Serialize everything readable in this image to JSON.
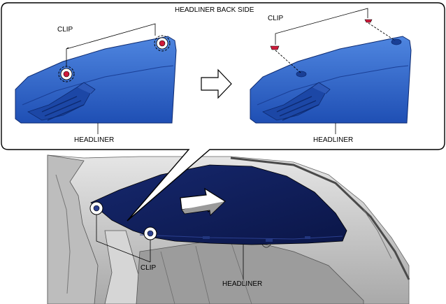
{
  "callout": {
    "title": "HEADLINER BACK SIDE",
    "left_panel": {
      "clip_label": "CLIP",
      "headliner_label": "HEADLINER"
    },
    "right_panel": {
      "clip_label": "CLIP",
      "headliner_label": "HEADLINER"
    },
    "arrow_icon": "arrow-right-outline-icon"
  },
  "vehicle_view": {
    "clip_label": "CLIP",
    "headliner_label": "HEADLINER",
    "arrow_icon": "arrow-direction-icon"
  },
  "colors": {
    "headliner_blue": "#2f66c8",
    "headliner_dark_blue": "#0f1f5c",
    "clip_red": "#d01a3a",
    "body_gray": "#cfcfcf"
  }
}
